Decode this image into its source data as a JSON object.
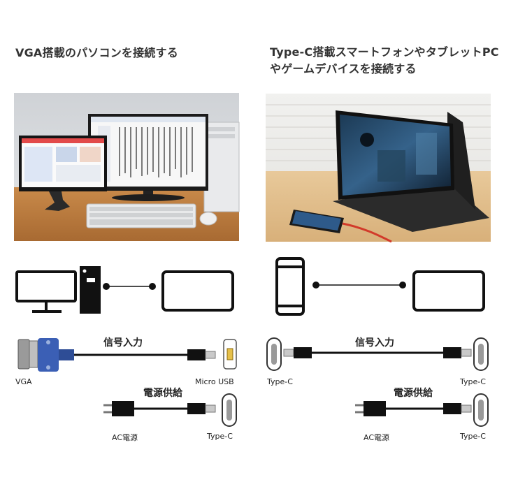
{
  "left": {
    "heading": "VGA搭載のパソコンを接続する",
    "signal_label": "信号入力",
    "power_label": "電源供給",
    "left_connector_label": "VGA",
    "right_connector_label": "Micro USB",
    "power_source_label": "AC電源",
    "power_connector_label": "Type-C"
  },
  "right": {
    "heading_line1": "Type-C搭載スマートフォンやタブレットPC",
    "heading_line2": "やゲームデバイスを接続する",
    "signal_label": "信号入力",
    "power_label": "電源供給",
    "left_connector_label": "Type-C",
    "right_connector_label": "Type-C",
    "power_source_label": "AC電源",
    "power_connector_label": "Type-C"
  },
  "colors": {
    "icon_stroke": "#111111",
    "vga_blue": "#3b5fb5",
    "type_c_red": "#d23a2a"
  }
}
